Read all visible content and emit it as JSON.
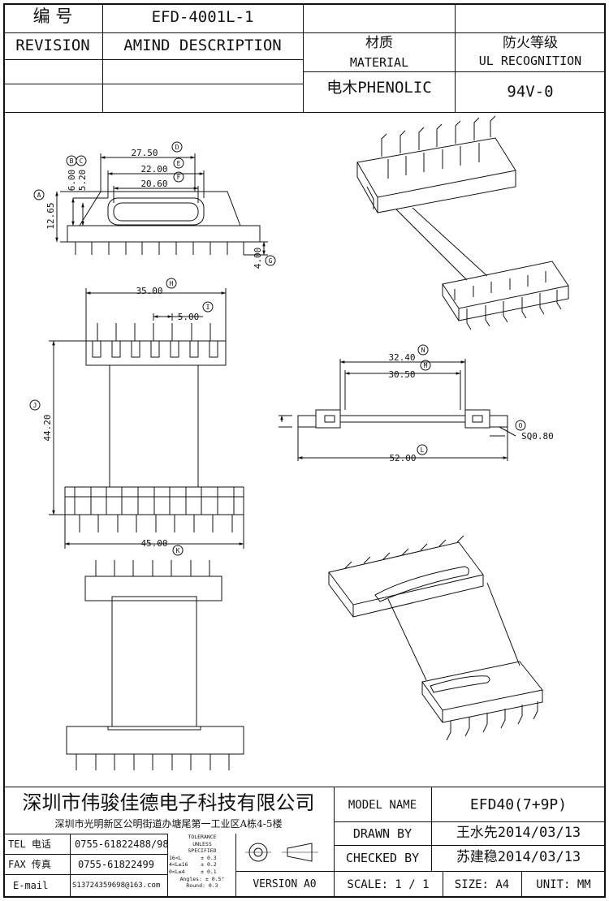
{
  "header": {
    "number_label": "编  号",
    "part_number": "EFD-4001L-1",
    "revision_label": "REVISION",
    "amend_label": "AMIND DESCRIPTION",
    "material_cn": "材质",
    "material_en": "MATERIAL",
    "material_value": "电木PHENOLIC",
    "ul_cn": "防火等级",
    "ul_en": "UL RECOGNITION",
    "ul_value": "94V-0"
  },
  "dimensions": {
    "d_27_50": "27.50",
    "d_22_00": "22.00",
    "d_20_60": "20.60",
    "d_6_00": "6.00",
    "d_5_20": "5.20",
    "d_12_65": "12.65",
    "d_4_00": "4.00",
    "d_35_00": "35.00",
    "d_5_00": "5.00",
    "d_44_20": "44.20",
    "d_45_00": "45.00",
    "d_32_40": "32.40",
    "d_30_50": "30.50",
    "d_52_00": "52.00",
    "d_sq": "SQ0.80"
  },
  "markers": {
    "a": "A",
    "b": "B",
    "c": "C",
    "d": "D",
    "e": "E",
    "f": "F",
    "g": "G",
    "h": "H",
    "i": "I",
    "j": "J",
    "k": "K",
    "l": "L",
    "m": "M",
    "n": "N",
    "o": "O"
  },
  "footer": {
    "company": "深圳市伟骏佳德电子科技有限公司",
    "address": "深圳市光明新区公明街道办塘尾第一工业区A栋4-5楼",
    "tel_label": "TEL 电话",
    "tel_value": "0755-61822488/98",
    "fax_label": "FAX 传真",
    "fax_value": "0755-61822499",
    "email_label": "E-mail",
    "email_value": "S13724359698@163.com",
    "tolerance_lines": [
      "TOLERANCE",
      "UNLESS",
      "SPECIFIED",
      "16<L      ± 0.3",
      "4<L≤16    ± 0.2",
      "0<L≤4     ± 0.1",
      "Angles: ± 0.5°",
      "Round: 0.3"
    ],
    "version": "VERSION A0",
    "model_name_label": "MODEL NAME",
    "model_name_value": "EFD40(7+9P)",
    "drawn_by_label": "DRAWN BY",
    "drawn_by_value": "王水先2014/03/13",
    "checked_by_label": "CHECKED BY",
    "checked_by_value": "苏建稳2014/03/13",
    "scale": "SCALE: 1 / 1",
    "size": "SIZE: A4",
    "unit": "UNIT: MM"
  }
}
